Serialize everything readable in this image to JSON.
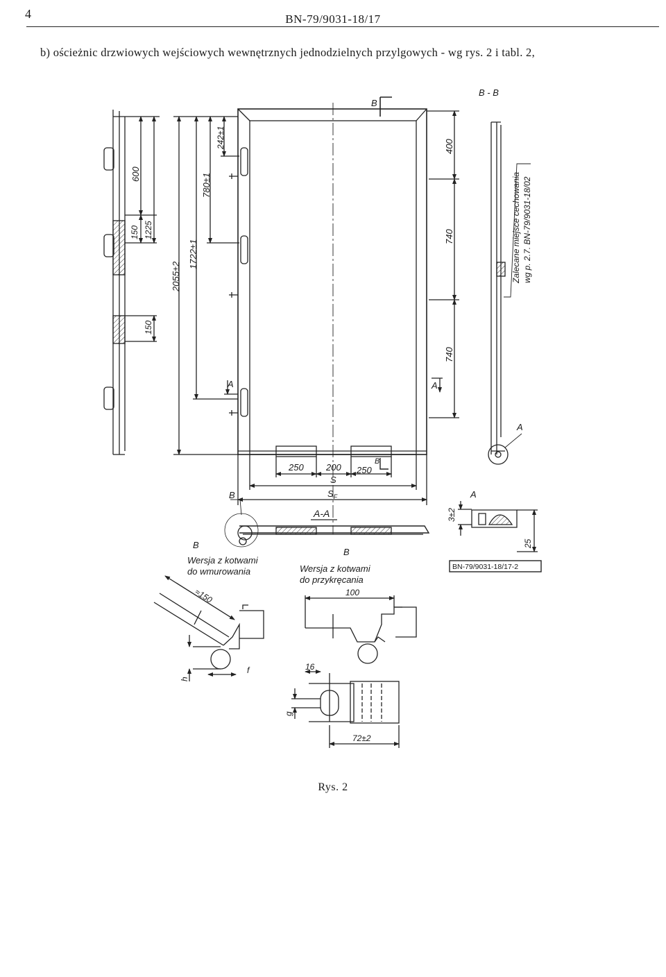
{
  "header": {
    "page_number": "4",
    "document_id": "BN-79/9031-18/17"
  },
  "intro_text": "b) ościeżnic drzwiowych wejściowych wewnętrznych jednodzielnych przylgowych - wg rys. 2 i tabl. 2,",
  "drawing": {
    "side_view": {
      "dims": [
        "600",
        "150",
        "1225",
        "150"
      ]
    },
    "front_view": {
      "dims_left": [
        "2055±2",
        "1722±1",
        "780±1",
        "242±1"
      ],
      "dims_right": [
        "400",
        "740",
        "740"
      ],
      "dims_bottom": [
        "250",
        "200",
        "250",
        "S",
        "S",
        "F"
      ],
      "marks": [
        "B",
        "A",
        "B",
        "A"
      ]
    },
    "section_bb": {
      "title": "B - B",
      "note_line1": "Zalecane miejsce cechowania",
      "note_line2": "wg p. 2.7. BN-79/9031-18/02",
      "mark": "A"
    },
    "section_aa": {
      "title": "A-A",
      "mark": "B"
    },
    "detail_a": {
      "title": "A",
      "dim1": "3±2",
      "dim2": "25",
      "stamp": "BN-79/9031-18/17-2"
    },
    "detail_b_left": {
      "title": "B",
      "line1": "Wersja z kotwami",
      "line2": "do wmurowania",
      "dims": [
        "≈150",
        "h",
        "f"
      ]
    },
    "detail_b_right": {
      "title": "B",
      "line1": "Wersja z kotwami",
      "line2": "do przykręcania",
      "dims": [
        "100",
        "16",
        "g",
        "72±2"
      ]
    }
  },
  "caption": "Rys. 2"
}
